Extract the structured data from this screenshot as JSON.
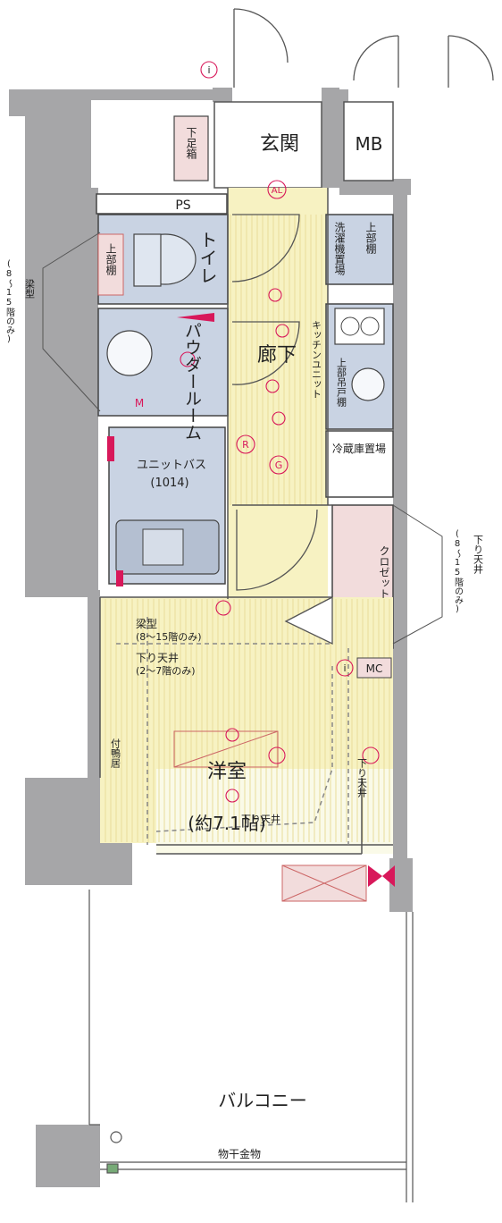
{
  "rooms": {
    "entrance": "玄関",
    "mb": "MB",
    "ps": "PS",
    "shoe_box": "下足箱",
    "toilet": "トイレ",
    "upper_shelf_left": "上部棚",
    "powder_room": "パウダールーム",
    "corridor": "廊下",
    "kitchen_unit": "キッチンユニット",
    "washer_space": "洗濯機置場",
    "upper_shelf_right": "上部棚",
    "upper_cabinet": "上部吊戸棚",
    "fridge_space": "冷蔵庫置場",
    "unit_bath": "ユニットバス",
    "unit_bath_size": "(1014)",
    "closet": "クロゼット",
    "western_room": "洋室",
    "western_room_size": "(約7.1帖)",
    "balcony": "バルコニー",
    "drying_hardware": "物干金物"
  },
  "annotations": {
    "beam_left_outer": "梁型",
    "beam_left_outer_note": "(8〜15階のみ)",
    "lowered_ceiling_right_outer": "下り天井",
    "lowered_ceiling_right_outer_note": "(8〜15階のみ)",
    "beam_room": "梁型",
    "beam_room_note": "(8〜15階のみ)",
    "lowered_ceiling_room": "下り天井",
    "lowered_ceiling_room_note": "(2〜7階のみ)",
    "tsukekamoi": "付鴨居",
    "lowered_ceiling_right": "下り天井",
    "lowered_ceiling_bottom": "下り天井",
    "mc": "MC"
  },
  "symbols": {
    "info_top": "i",
    "info_room": "i",
    "al": "AL",
    "m": "M",
    "r": "R",
    "g": "G"
  },
  "colors": {
    "wall": "#a6a6a8",
    "floor_room": "#f7f2c2",
    "wet_area": "#c9d3e3",
    "storage": "#f2dcdc",
    "accent": "#d8185a"
  }
}
